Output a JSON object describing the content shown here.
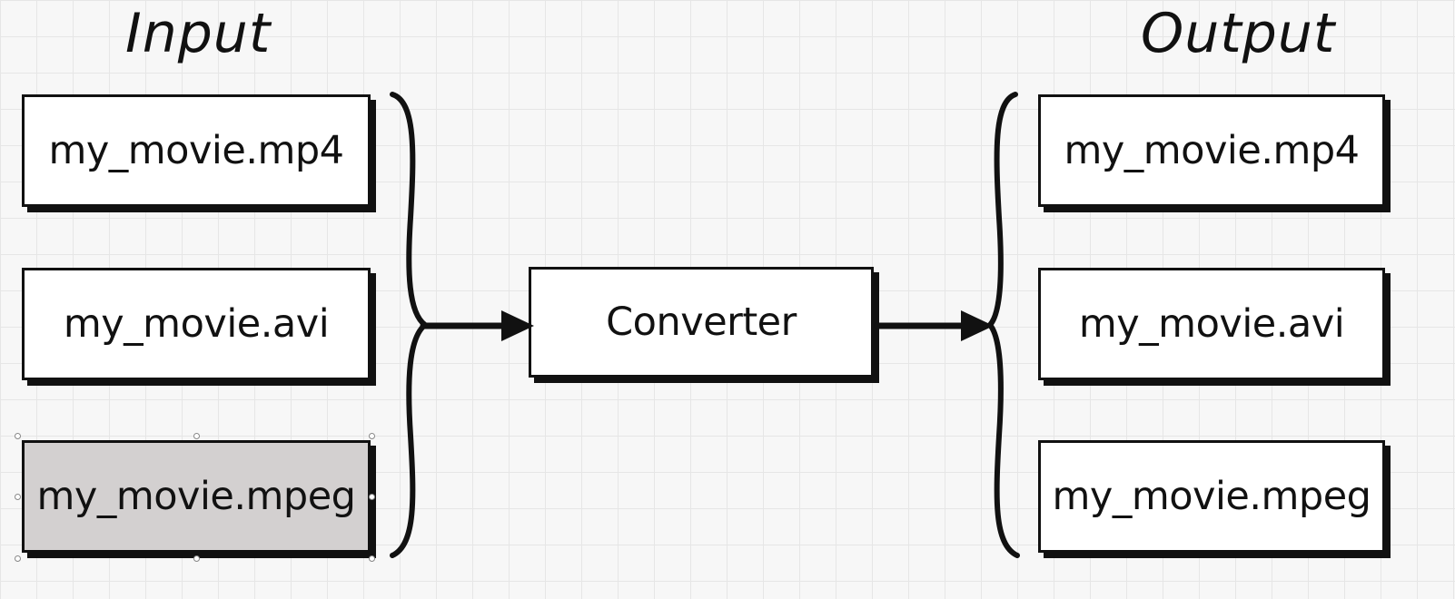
{
  "headings": {
    "input": "Input",
    "output": "Output"
  },
  "input_files": [
    {
      "label": "my_movie.mp4",
      "selected": false
    },
    {
      "label": "my_movie.avi",
      "selected": false
    },
    {
      "label": "my_movie.mpeg",
      "selected": true
    }
  ],
  "converter": {
    "label": "Converter"
  },
  "output_files": [
    {
      "label": "my_movie.mp4"
    },
    {
      "label": "my_movie.avi"
    },
    {
      "label": "my_movie.mpeg"
    }
  ],
  "colors": {
    "stroke": "#111111",
    "selected_fill": "#d3d0d0",
    "box_fill": "#ffffff"
  }
}
